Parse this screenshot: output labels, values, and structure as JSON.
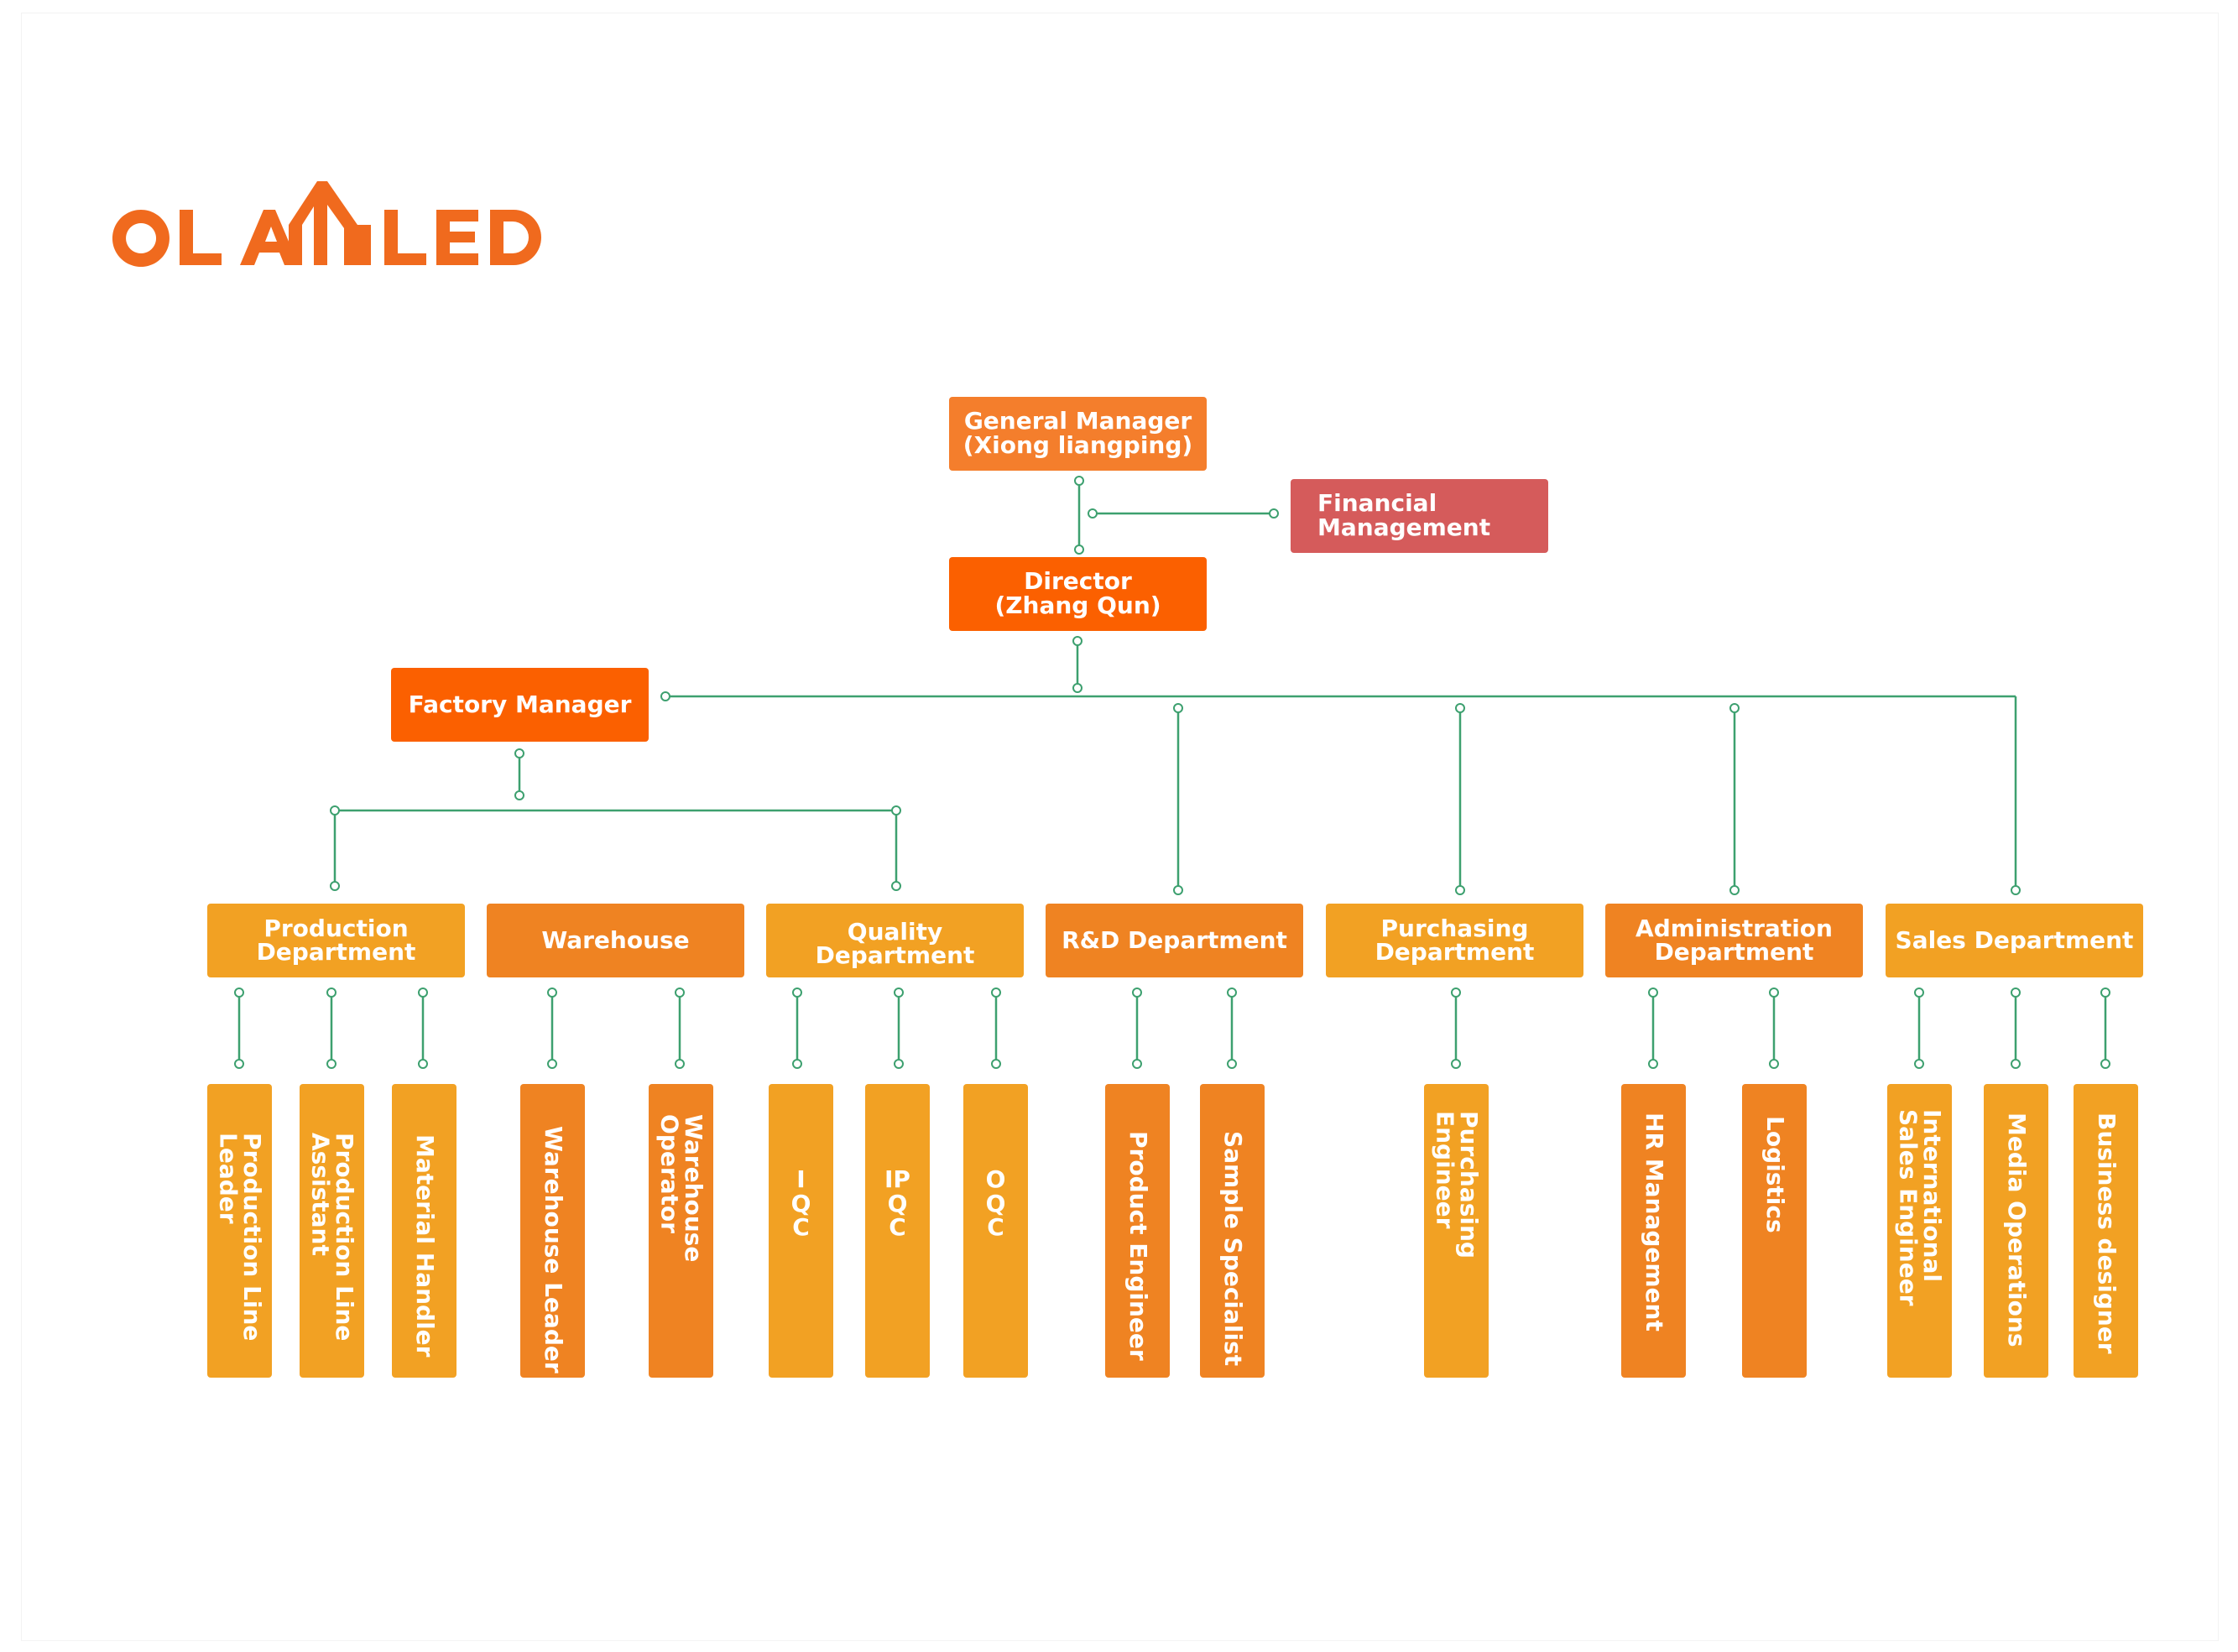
{
  "logo": {
    "text": "OLAMLED",
    "color": "#F06A1E"
  },
  "colors": {
    "connector": "#3DA06F",
    "orange_dark": "#FB6000",
    "orange_mid": "#EF8322",
    "orange_light": "#F2A123",
    "financial": "#D55B5B"
  },
  "top": {
    "general_manager": [
      "General Manager",
      "(Xiong liangping)"
    ],
    "financial": [
      "Financial",
      "Management"
    ],
    "director": [
      "Director",
      "(Zhang Qun)"
    ],
    "factory_manager": "Factory Manager"
  },
  "departments": [
    {
      "label": [
        "Production",
        "Department"
      ]
    },
    {
      "label": [
        "Warehouse"
      ]
    },
    {
      "label": [
        "Quality Department"
      ]
    },
    {
      "label": [
        "R&D Department"
      ]
    },
    {
      "label": [
        "Purchasing",
        "Department"
      ]
    },
    {
      "label": [
        "Administration",
        "Department"
      ]
    },
    {
      "label": [
        "Sales Department"
      ]
    }
  ],
  "leaves": {
    "production_line_leader": "Production Line\nLeader",
    "production_line_assistant": "Production Line\nAssistant",
    "material_handler": "Material Handler",
    "warehouse_leader": "Warehouse Leader",
    "warehouse_operator": "Warehouse Operator",
    "iqc": [
      "I",
      "Q",
      "C"
    ],
    "ipqc": [
      "IP",
      "Q",
      "C"
    ],
    "oqc": [
      "O",
      "Q",
      "C"
    ],
    "product_engineer": "Product Engineer",
    "sample_specialist": "Sample Specialist",
    "purchasing_engineer": "Purchasing Engineer",
    "hr_management": "HR Management",
    "logistics": "Logistics",
    "international_sales_engineer": "International\nSales Engineer",
    "media_operations": "Media Operations",
    "business_designer": "Business designer"
  }
}
